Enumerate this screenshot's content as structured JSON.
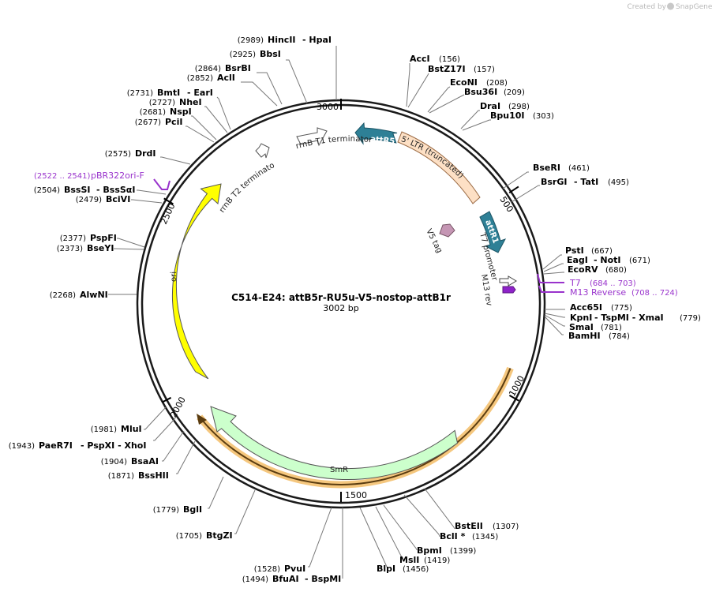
{
  "watermark": "Created by",
  "brand": "SnapGene",
  "plasmid": {
    "name": "C514-E24: attB5r-RU5u-V5-nostop-attB1r",
    "length": "3002 bp"
  },
  "ticks": [
    "3000",
    "500",
    "1000",
    "1500",
    "2000",
    "2500"
  ],
  "sites": [
    {
      "pos": "(2989)",
      "name": "HincII",
      "alt": "- HpaI"
    },
    {
      "pos": "(2925)",
      "name": "BbsI",
      "alt": ""
    },
    {
      "pos": "(2864)",
      "name": "BsrBI",
      "alt": ""
    },
    {
      "pos": "(2852)",
      "name": "AclI",
      "alt": ""
    },
    {
      "pos": "(2731)",
      "name": "BmtI",
      "alt": "- EarI"
    },
    {
      "pos": "(2727)",
      "name": "NheI",
      "alt": ""
    },
    {
      "pos": "(2681)",
      "name": "NspI",
      "alt": ""
    },
    {
      "pos": "(2677)",
      "name": "PciI",
      "alt": ""
    },
    {
      "pos": "(2575)",
      "name": "DrdI",
      "alt": ""
    },
    {
      "pos": "(2504)",
      "name": "BssSI",
      "alt": "- BssSαI"
    },
    {
      "pos": "(2479)",
      "name": "BciVI",
      "alt": ""
    },
    {
      "pos": "(2377)",
      "name": "PspFI",
      "alt": ""
    },
    {
      "pos": "(2373)",
      "name": "BseYI",
      "alt": ""
    },
    {
      "pos": "(2268)",
      "name": "AlwNI",
      "alt": ""
    },
    {
      "pos": "(1981)",
      "name": "MluI",
      "alt": ""
    },
    {
      "pos": "(1943)",
      "name": "PaeR7I",
      "alt": "- PspXI - XhoI"
    },
    {
      "pos": "(1904)",
      "name": "BsaAI",
      "alt": ""
    },
    {
      "pos": "(1871)",
      "name": "BssHII",
      "alt": ""
    },
    {
      "pos": "(1779)",
      "name": "BglI",
      "alt": ""
    },
    {
      "pos": "(1705)",
      "name": "BtgZI",
      "alt": ""
    },
    {
      "pos": "(1528)",
      "name": "PvuI",
      "alt": ""
    },
    {
      "pos": "(1494)",
      "name": "BfuAI",
      "alt": "- BspMI"
    },
    {
      "pos": "(156)",
      "name": "AccI",
      "alt": ""
    },
    {
      "pos": "(157)",
      "name": "BstZ17I",
      "alt": ""
    },
    {
      "pos": "(208)",
      "name": "EcoNI",
      "alt": ""
    },
    {
      "pos": "(209)",
      "name": "Bsu36I",
      "alt": ""
    },
    {
      "pos": "(298)",
      "name": "DraI",
      "alt": ""
    },
    {
      "pos": "(303)",
      "name": "Bpu10I",
      "alt": ""
    },
    {
      "pos": "(461)",
      "name": "BseRI",
      "alt": ""
    },
    {
      "pos": "(495)",
      "name": "BsrGI",
      "alt": "- TatI"
    },
    {
      "pos": "(667)",
      "name": "PstI",
      "alt": ""
    },
    {
      "pos": "(671)",
      "name": "EagI",
      "alt": "- NotI"
    },
    {
      "pos": "(680)",
      "name": "EcoRV",
      "alt": ""
    },
    {
      "pos": "(775)",
      "name": "Acc65I",
      "alt": ""
    },
    {
      "pos": "(779)",
      "name": "KpnI",
      "alt": "- TspMI - XmaI"
    },
    {
      "pos": "(781)",
      "name": "SmaI",
      "alt": ""
    },
    {
      "pos": "(784)",
      "name": "BamHI",
      "alt": ""
    },
    {
      "pos": "(1307)",
      "name": "BstEII",
      "alt": ""
    },
    {
      "pos": "(1345)",
      "name": "BclI *",
      "alt": ""
    },
    {
      "pos": "(1399)",
      "name": "BpmI",
      "alt": ""
    },
    {
      "pos": "(1419)",
      "name": "MslI",
      "alt": ""
    },
    {
      "pos": "(1456)",
      "name": "BlpI",
      "alt": ""
    }
  ],
  "primers": [
    {
      "name": "pBR322ori-F",
      "range": "(2522 .. 2541)"
    },
    {
      "name": "T7",
      "range": "(684 .. 703)"
    },
    {
      "name": "M13 Reverse",
      "range": "(708 .. 724)"
    }
  ],
  "features": {
    "attR5": "attR5",
    "ltr": "5' LTR (truncated)",
    "attR1": "attR1",
    "rrnB_T1": "rrnB T1 terminator",
    "rrnB_T2": "rrnB T2 terminator",
    "v5": "V5 tag",
    "t7": "T7 promoter",
    "m13": "M13 rev",
    "ori": "ori",
    "smr": "SmR"
  },
  "colors": {
    "backbone": "#222222",
    "primer": "#9933cc",
    "ori": "#ffff00",
    "smr": "#ccffcc",
    "orf_highlight": "#f5c77e",
    "att": "#2e8096",
    "ltr": "#fde0c5"
  }
}
